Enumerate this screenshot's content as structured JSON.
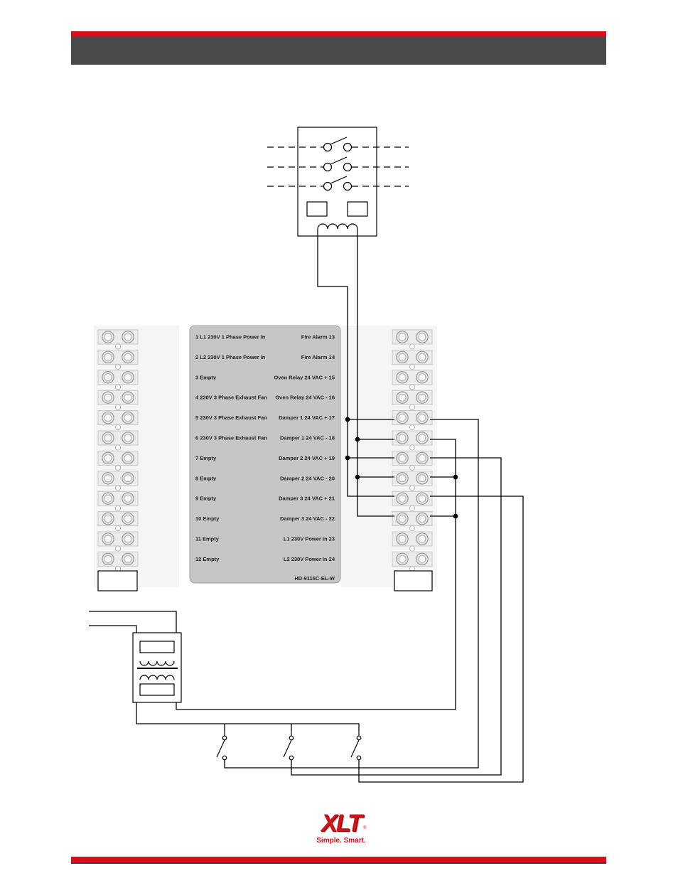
{
  "header": {
    "title": ""
  },
  "board": {
    "model": "HD-9115C-EL-W",
    "left_terminals": [
      "1  L1 230V 1 Phase Power In",
      "2  L2 230V 1 Phase Power In",
      "3  Empty",
      "4  230V 3 Phase Exhaust Fan",
      "5  230V 3 Phase Exhaust Fan",
      "6  230V 3 Phase Exhaust Fan",
      "7  Empty",
      "8  Empty",
      "9  Empty",
      "10  Empty",
      "11  Empty",
      "12  Empty"
    ],
    "right_terminals": [
      "Fire Alarm  13",
      "Fire Alarm  14",
      "Oven Relay 24 VAC +  15",
      "Oven Relay 24 VAC -  16",
      "Damper 1 24 VAC +  17",
      "Damper 1 24 VAC -  18",
      "Damper 2 24 VAC +  19",
      "Damper 2 24 VAC -  20",
      "Damper 3 24 VAC +  21",
      "Damper 3 24 VAC -  22",
      "L1 230V Power In  23",
      "L2 230V Power In  24"
    ]
  },
  "logo": {
    "brand": "XLT",
    "registered": "®",
    "tagline": "Simple. Smart."
  },
  "colors": {
    "accent": "#d4101a",
    "header_bg": "#4a4a4a",
    "panel_bg": "#c6c6c6"
  }
}
